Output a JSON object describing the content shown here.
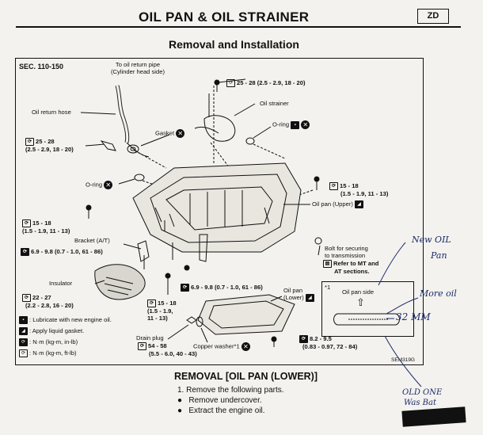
{
  "header": {
    "title": "OIL PAN & OIL STRAINER",
    "section_code": "ZD",
    "subtitle": "Removal and Installation"
  },
  "diagram": {
    "section_ref": "SEC. 110-150",
    "figure_id": "SEM319G",
    "callouts": {
      "return_pipe": "To oil return pipe\n(Cylinder head side)",
      "return_hose": "Oil return hose",
      "gasket": "Gasket",
      "oil_strainer": "Oil strainer",
      "o_ring_right": "O-ring",
      "o_ring_left": "O-ring",
      "oil_pan_upper": "Oil pan (Upper)",
      "bracket": "Bracket (A/T)",
      "insulator": "Insulator",
      "belt_line1": "Bolt for securing",
      "belt_line2": "to transmission",
      "refer_line1": "Refer to MT and",
      "refer_line2": "AT sections.",
      "oil_pan_lower_1": "Oil pan",
      "oil_pan_lower_2": "(Lower)",
      "drain_plug": "Drain plug",
      "copper_washer": "Copper washer*1",
      "inset_mark": "*1",
      "inset_label": "Oil pan side"
    },
    "torques": {
      "t_top": "25 - 28 (2.5 - 2.9, 18 - 20)",
      "t_left1": "25 - 28",
      "t_left2": "(2.5 - 2.9, 18 - 20)",
      "t_right1": "15 - 18",
      "t_right2": "(1.5 - 1.9, 11 - 13)",
      "t_leftmid1": "15 - 18",
      "t_leftmid2": "(1.5 - 1.9, 11 - 13)",
      "t_bracket": "6.9 - 9.8 (0.7 - 1.0, 61 - 86)",
      "t_center": "6.9 - 9.8 (0.7 - 1.0, 61 - 86)",
      "t_ins1": "22 - 27",
      "t_ins2": "(2.2 - 2.8, 16 - 20)",
      "t_low1": "15 - 18",
      "t_low2": "(1.5 - 1.9,",
      "t_low3": "11 - 13)",
      "t_drain1": "54 - 58",
      "t_drain2": "(5.5 - 6.0, 40 - 43)",
      "t_pan1": "8.2 - 9.5",
      "t_pan2": "(0.83 - 0.97, 72 - 84)"
    },
    "legend": [
      ": Lubricate with new engine oil.",
      ": Apply liquid gasket.",
      ": N·m (kg-m, in-lb)",
      ": N·m (kg-m, ft-lb)"
    ]
  },
  "annotations": {
    "new_oil_1": "New OIL",
    "new_oil_2": "Pan",
    "more_oil": "More oil",
    "mm": "32 MM",
    "old_one_1": "OLD ONE",
    "old_one_2": "Was Bat"
  },
  "removal": {
    "title": "REMOVAL [OIL PAN (LOWER)]",
    "step1": "1.  Remove the following parts.",
    "bullet1": "Remove undercover.",
    "bullet2": "Extract the engine oil."
  }
}
